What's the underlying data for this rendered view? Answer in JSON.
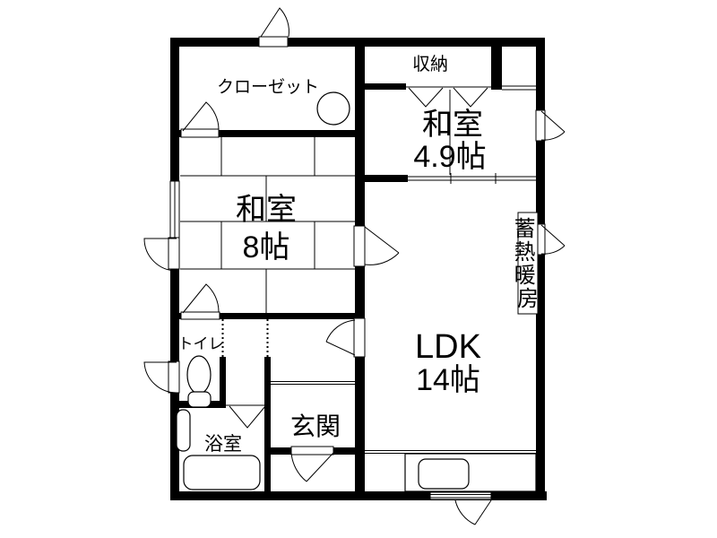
{
  "plan": {
    "rooms": {
      "closet": {
        "label": "クローゼット"
      },
      "storage": {
        "label": "収納"
      },
      "washitsu_49": {
        "name": "和室",
        "size": "4.9帖"
      },
      "washitsu_8": {
        "name": "和室",
        "size": "8帖"
      },
      "ldk": {
        "name": "LDK",
        "size": "14帖"
      },
      "toilet": {
        "label": "トイレ"
      },
      "bath": {
        "label": "浴室"
      },
      "entrance": {
        "label": "玄関"
      },
      "heater": {
        "label": "蓄熱暖房",
        "chars": [
          "蓄",
          "熱",
          "暖",
          "房"
        ]
      }
    },
    "colors": {
      "wall": "#000000",
      "floor": "#ffffff"
    }
  }
}
